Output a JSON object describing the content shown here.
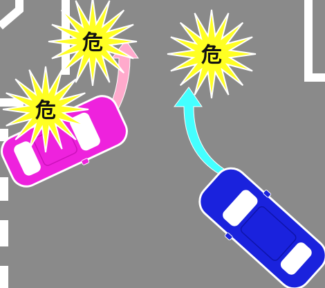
{
  "scene": {
    "kind": "traffic-hazard-illustration",
    "road_color": "#8a8a8a",
    "marking_color": "#ffffff"
  },
  "vehicles": [
    {
      "name": "pink-car",
      "color": "#ee22dd",
      "window_color": "#ffffff"
    },
    {
      "name": "blue-car",
      "color": "#1a22dd",
      "window_color": "#ffffff"
    }
  ],
  "arrows": [
    {
      "name": "pink-arrow",
      "color": "#ffaacc"
    },
    {
      "name": "cyan-arrow",
      "color": "#44ffff"
    }
  ],
  "danger_bursts": [
    {
      "label": "危",
      "fill": "#ffff22",
      "stroke": "#ffffff"
    },
    {
      "label": "危",
      "fill": "#ffff22",
      "stroke": "#ffffff"
    },
    {
      "label": "危",
      "fill": "#ffff22",
      "stroke": "#ffffff"
    }
  ]
}
